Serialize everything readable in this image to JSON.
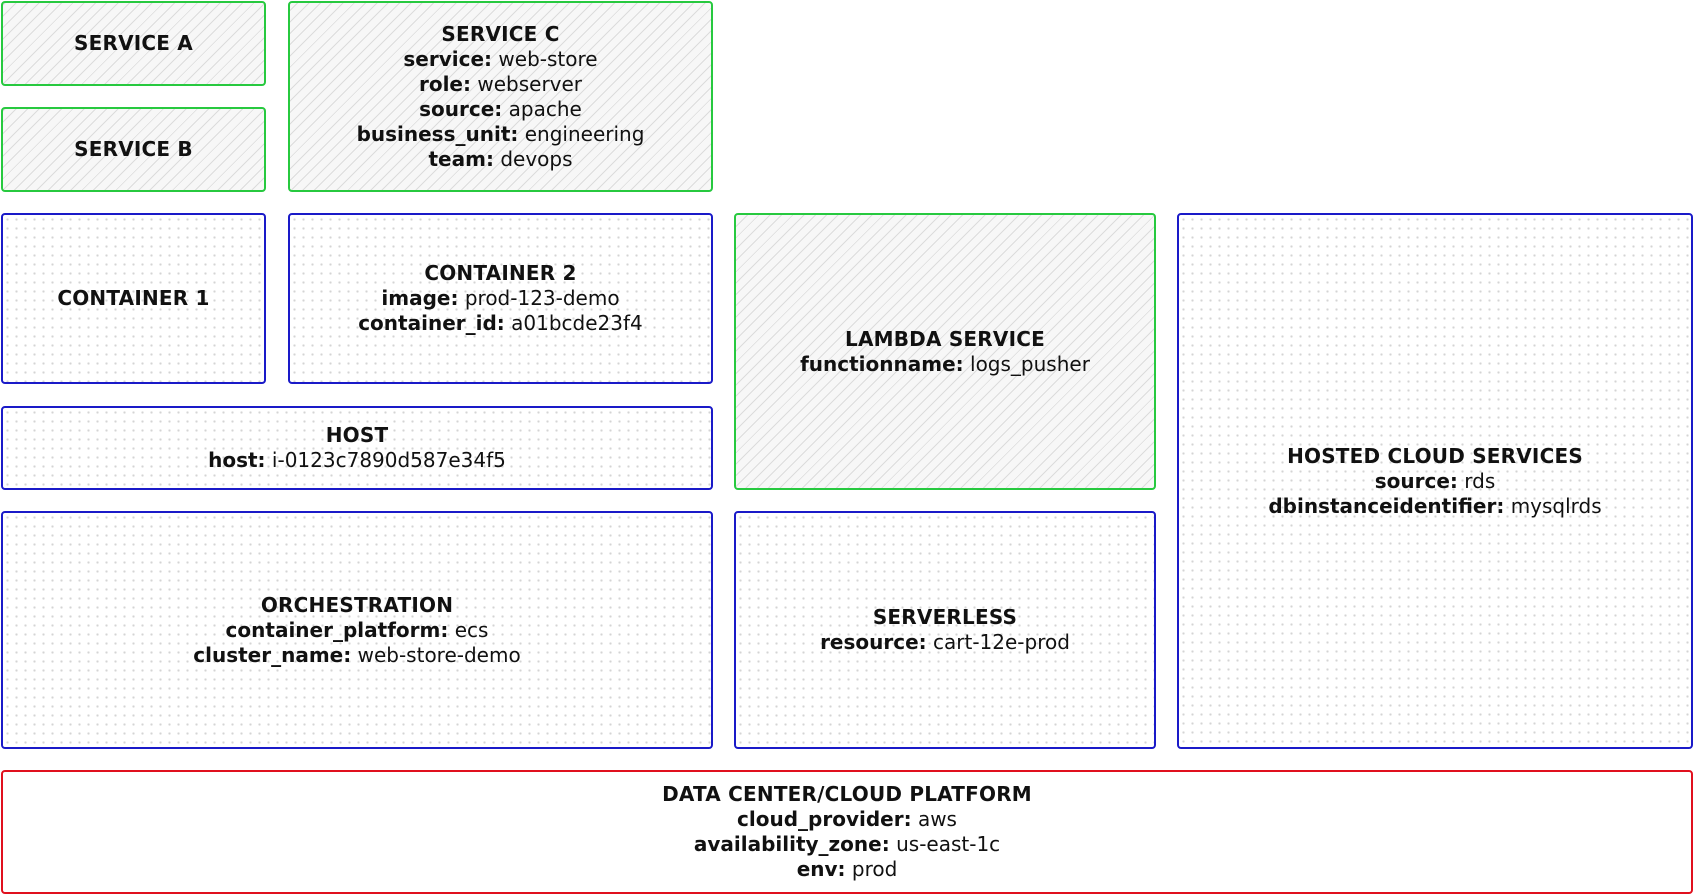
{
  "diagram": {
    "service_a": {
      "title": "SERVICE A"
    },
    "service_b": {
      "title": "SERVICE B"
    },
    "service_c": {
      "title": "SERVICE C",
      "tags": [
        {
          "key": "service:",
          "value": "web-store"
        },
        {
          "key": "role:",
          "value": "webserver"
        },
        {
          "key": "source:",
          "value": "apache"
        },
        {
          "key": "business_unit:",
          "value": "engineering"
        },
        {
          "key": "team:",
          "value": "devops"
        }
      ]
    },
    "container_1": {
      "title": "CONTAINER 1"
    },
    "container_2": {
      "title": "CONTAINER 2",
      "tags": [
        {
          "key": "image:",
          "value": "prod-123-demo"
        },
        {
          "key": "container_id:",
          "value": "a01bcde23f4"
        }
      ]
    },
    "lambda_service": {
      "title": "LAMBDA SERVICE",
      "tags": [
        {
          "key": "functionname:",
          "value": "logs_pusher"
        }
      ]
    },
    "hosted_cloud_services": {
      "title": "HOSTED CLOUD SERVICES",
      "tags": [
        {
          "key": "source:",
          "value": "rds"
        },
        {
          "key": "dbinstanceidentifier:",
          "value": "mysqlrds"
        }
      ]
    },
    "host": {
      "title": "HOST",
      "tags": [
        {
          "key": "host:",
          "value": "i-0123c7890d587e34f5"
        }
      ]
    },
    "orchestration": {
      "title": "ORCHESTRATION",
      "tags": [
        {
          "key": "container_platform:",
          "value": "ecs"
        },
        {
          "key": "cluster_name:",
          "value": "web-store-demo"
        }
      ]
    },
    "serverless": {
      "title": "SERVERLESS",
      "tags": [
        {
          "key": "resource:",
          "value": "cart-12e-prod"
        }
      ]
    },
    "data_center": {
      "title": "DATA CENTER/CLOUD PLATFORM",
      "tags": [
        {
          "key": "cloud_provider:",
          "value": "aws"
        },
        {
          "key": "availability_zone:",
          "value": "us-east-1c"
        },
        {
          "key": "env:",
          "value": "prod"
        }
      ]
    }
  },
  "colors": {
    "service_border": "#27c93f",
    "infrastructure_border": "#1a1ac8",
    "platform_border": "#e0101e"
  }
}
